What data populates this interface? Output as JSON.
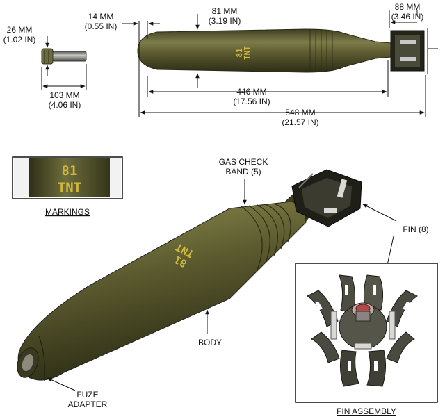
{
  "colors": {
    "olive": "#59582e",
    "olive_dark": "#33331b",
    "olive_light": "#8c8a55",
    "stencil_yellow": "#d2b93c",
    "line": "#111111",
    "metal": "#9a9a98"
  },
  "dimensions": {
    "fuze_head": {
      "mm": "26 MM",
      "in": "(1.02 IN)"
    },
    "fuze_length": {
      "mm": "103 MM",
      "in": "(4.06 IN)"
    },
    "nose": {
      "mm": "14 MM",
      "in": "(0.55 IN)"
    },
    "body_diameter": {
      "mm": "81 MM",
      "in": "(3.19 IN)"
    },
    "fin_width": {
      "mm": "88 MM",
      "in": "(3.46 IN)"
    },
    "body_length": {
      "mm": "446 MM",
      "in": "(17.56 IN)"
    },
    "overall_length": {
      "mm": "548 MM",
      "in": "(21.57 IN)"
    }
  },
  "markings_text": {
    "line1": "81",
    "line2": "TNT"
  },
  "labels": {
    "markings": "MARKINGS",
    "gas_check_line1": "GAS CHECK",
    "gas_check_line2": "BAND (5)",
    "fin": "FIN (8)",
    "body": "BODY",
    "fuze_line1": "FUZE",
    "fuze_line2": "ADAPTER",
    "fin_assembly": "FIN ASSEMBLY"
  }
}
